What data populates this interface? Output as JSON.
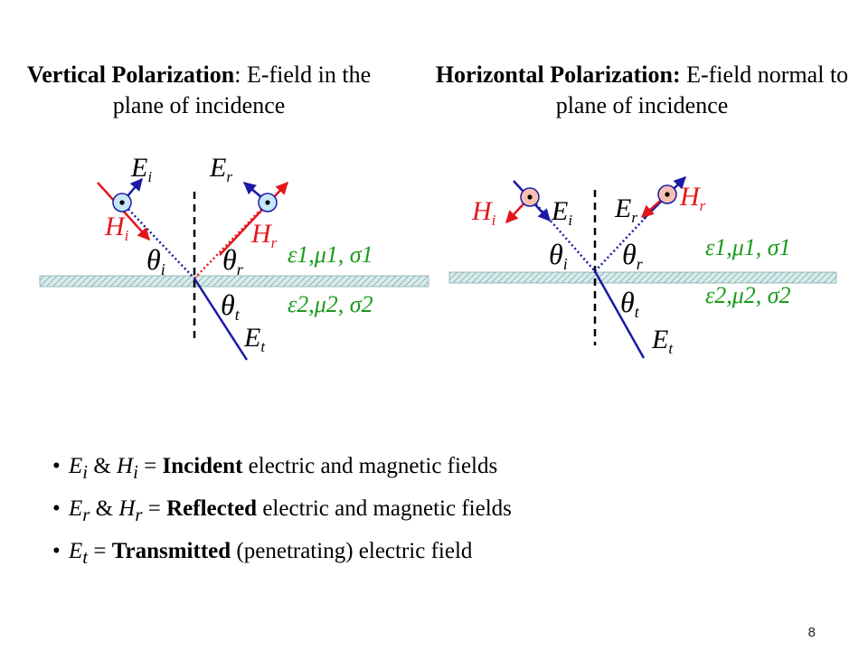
{
  "headings": {
    "left": {
      "strong": "Vertical Polarization",
      "rest": ": E-field in the plane of incidence"
    },
    "right": {
      "strong": "Horizontal Polarization:",
      "rest": "  E-field normal to plane of incidence"
    }
  },
  "symbols": {
    "E": "E",
    "H": "H",
    "theta": "θ",
    "sub_i": "i",
    "sub_r": "r",
    "sub_t": "t"
  },
  "media": {
    "upper": "ε1,μ1, σ1",
    "lower": "ε2,μ2, σ2"
  },
  "colors": {
    "red": "#e3171b",
    "blue": "#1a1aa6",
    "green": "#1a9a1a",
    "interface": "#7fa7a7",
    "circle_left": "#c7e7f7",
    "circle_right": "#f7c0b0"
  },
  "bullets": [
    {
      "e": "E",
      "e_sub": "i",
      "amp": " & ",
      "h": "H",
      "h_sub": "i",
      "eq": " = ",
      "bold": "Incident",
      "text": " electric and magnetic fields"
    },
    {
      "e": "E",
      "e_sub": "r",
      "amp": " & ",
      "h": "H",
      "h_sub": "r",
      "eq": " = ",
      "bold": "Reflected",
      "text": " electric and magnetic fields"
    },
    {
      "e": "E",
      "e_sub": "t",
      "eq": " = ",
      "bold": "Transmitted",
      "text": " (penetrating) electric field"
    }
  ],
  "bullet_glyph": "•",
  "page_number": "8"
}
